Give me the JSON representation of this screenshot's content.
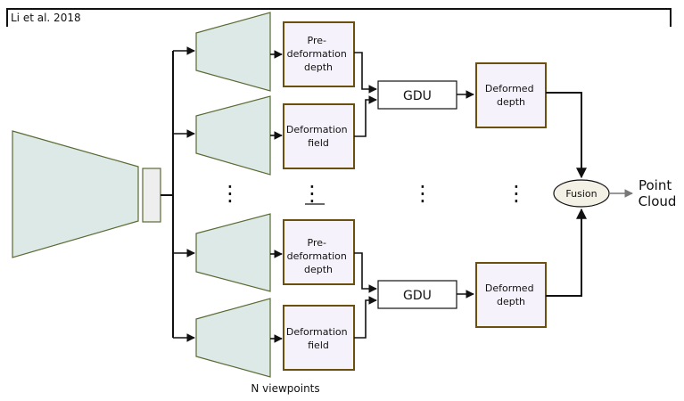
{
  "header": {
    "citation": "Li et al. 2018"
  },
  "branches_top": {
    "predeformation_depth": [
      "Pre-",
      "deformation",
      "depth"
    ],
    "deformation_field": [
      "Deformation",
      "field"
    ]
  },
  "branches_bottom": {
    "predeformation_depth": [
      "Pre-",
      "deformation",
      "depth"
    ],
    "deformation_field": [
      "Deformation",
      "field"
    ]
  },
  "gdu": {
    "top_label": "GDU",
    "bottom_label": "GDU"
  },
  "deformed": {
    "top": [
      "Deformed",
      "depth"
    ],
    "bottom": [
      "Deformed",
      "depth"
    ]
  },
  "fusion": {
    "label": "Fusion"
  },
  "output": {
    "lines": [
      "Point",
      "Cloud"
    ]
  },
  "ellipsis": "⋮",
  "footer": {
    "caption": "N viewpoints"
  },
  "colors": {
    "encoder_fill": "#dce9e6",
    "encoder_stroke": "#5a6b33",
    "box_fill": "#f6f2fb",
    "box_stroke": "#6b4f0f",
    "fusion_fill": "#f3f1e5",
    "line": "#111111",
    "grey_arrow": "#777777"
  }
}
